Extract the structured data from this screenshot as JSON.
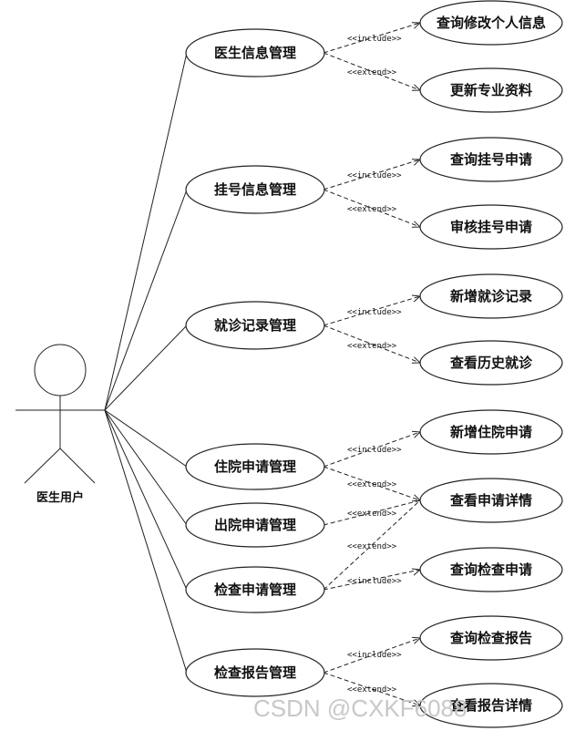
{
  "actor": {
    "label": "医生用户"
  },
  "use_cases": {
    "doctor_info": "医生信息管理",
    "registration": "挂号信息管理",
    "visit_record": "就诊记录管理",
    "admission": "住院申请管理",
    "discharge": "出院申请管理",
    "exam_request": "检查申请管理",
    "exam_report": "检查报告管理",
    "query_personal": "查询修改个人信息",
    "update_profile": "更新专业资料",
    "query_registration": "查询挂号申请",
    "review_registration": "审核挂号申请",
    "add_visit": "新增就诊记录",
    "view_history": "查看历史就诊",
    "add_admission": "新增住院申请",
    "view_request": "查看申请详情",
    "query_exam": "查询检查申请",
    "query_report": "查询检查报告",
    "view_report": "查看报告详情"
  },
  "stereotypes": {
    "include": "<<include>>",
    "extend": "<<extend>>"
  },
  "watermark": "CSDN @CXKF6088"
}
